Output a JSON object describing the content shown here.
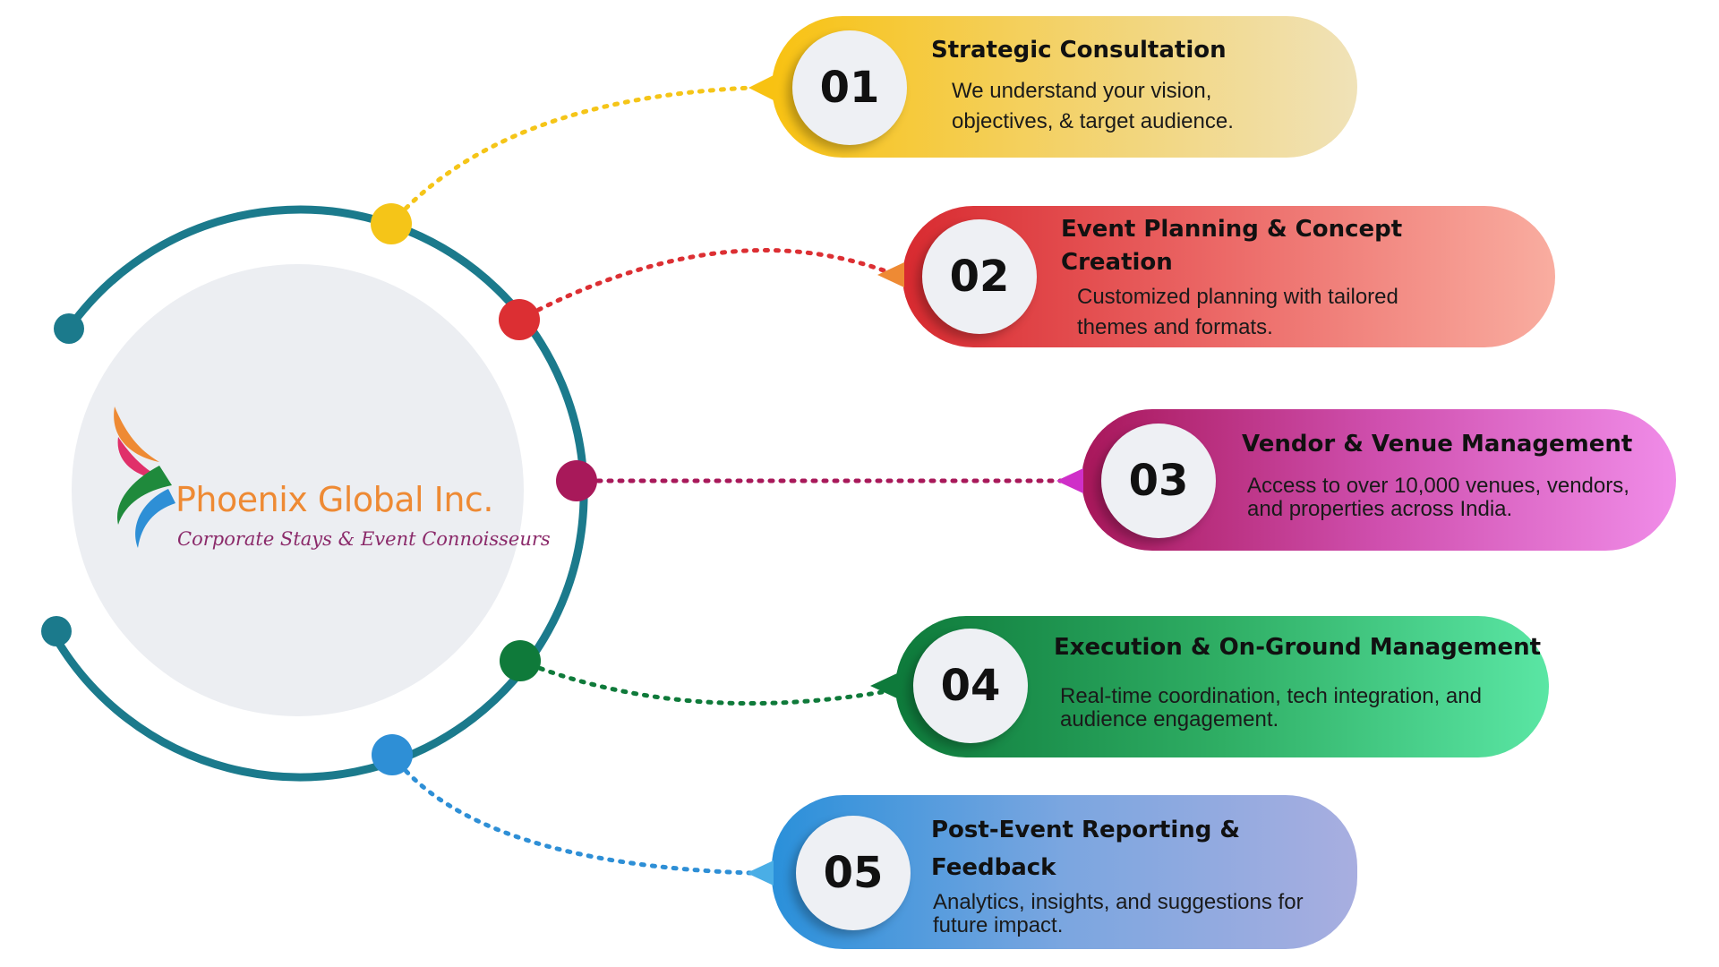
{
  "logo": {
    "company": "Phoenix Global Inc.",
    "tagline": "Corporate Stays & Event Connoisseurs"
  },
  "colors": {
    "ring": "#1b7a8c",
    "step1": "#f5c518",
    "step2": "#dc2f33",
    "step3": "#a8195a",
    "step4": "#0f7a3a",
    "step5": "#2e8fd6"
  },
  "steps": [
    {
      "number": "01",
      "title": "Strategic Consultation",
      "description": "We understand your vision, objectives, & target audience."
    },
    {
      "number": "02",
      "title": "Event Planning & Concept Creation",
      "description": "Customized planning with tailored themes and formats."
    },
    {
      "number": "03",
      "title": "Vendor & Venue Management",
      "description": "Access to over 10,000 venues, vendors, and properties across India."
    },
    {
      "number": "04",
      "title": "Execution & On-Ground Management",
      "description": "Real-time coordination, tech integration, and audience engagement."
    },
    {
      "number": "05",
      "title": "Post-Event Reporting & Feedback",
      "description": "Analytics, insights, and suggestions for future impact."
    }
  ]
}
